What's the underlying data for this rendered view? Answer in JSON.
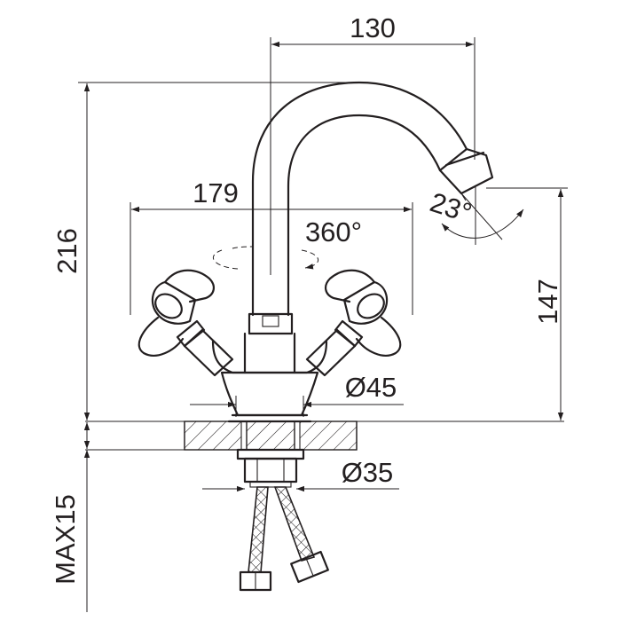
{
  "dimensions": {
    "spout_reach": "130",
    "total_height": "216",
    "handle_span": "179",
    "rotation": "360°",
    "spout_angle": "23°",
    "outlet_height": "147",
    "base_diameter": "Ø45",
    "shank_diameter": "Ø35",
    "max_counter_thickness": "MAX15"
  },
  "colors": {
    "line": "#231f20",
    "background": "#ffffff"
  }
}
